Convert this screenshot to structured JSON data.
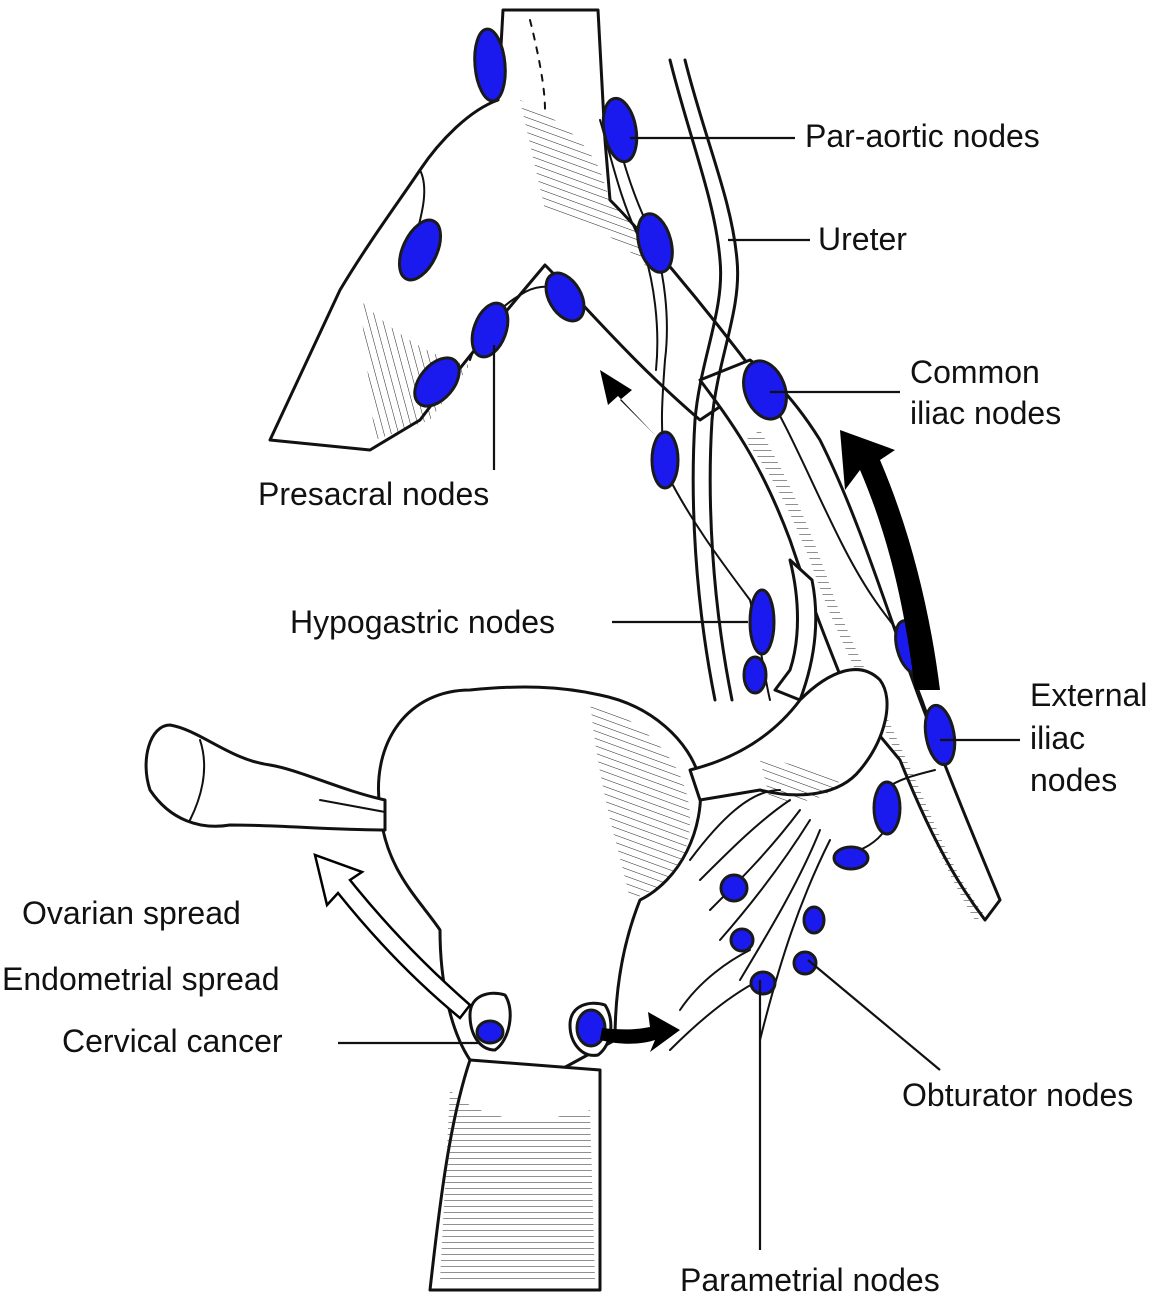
{
  "figure": {
    "labels": {
      "par_aortic": "Par-aortic nodes",
      "ureter": "Ureter",
      "common_iliac_line1": "Common",
      "common_iliac_line2": "iliac nodes",
      "presacral": "Presacral nodes",
      "hypogastric": "Hypogastric nodes",
      "external_iliac_line1": "External",
      "external_iliac_line2": "iliac",
      "external_iliac_line3": "nodes",
      "ovarian_spread": "Ovarian spread",
      "endometrial_spread": "Endometrial spread",
      "cervical_cancer": "Cervical cancer",
      "obturator": "Obturator nodes",
      "parametrial": "Parametrial nodes"
    },
    "colors": {
      "node_fill": "#1a1aee",
      "node_outline": "#1a1a1a",
      "line": "#111111",
      "background": "#ffffff"
    }
  }
}
